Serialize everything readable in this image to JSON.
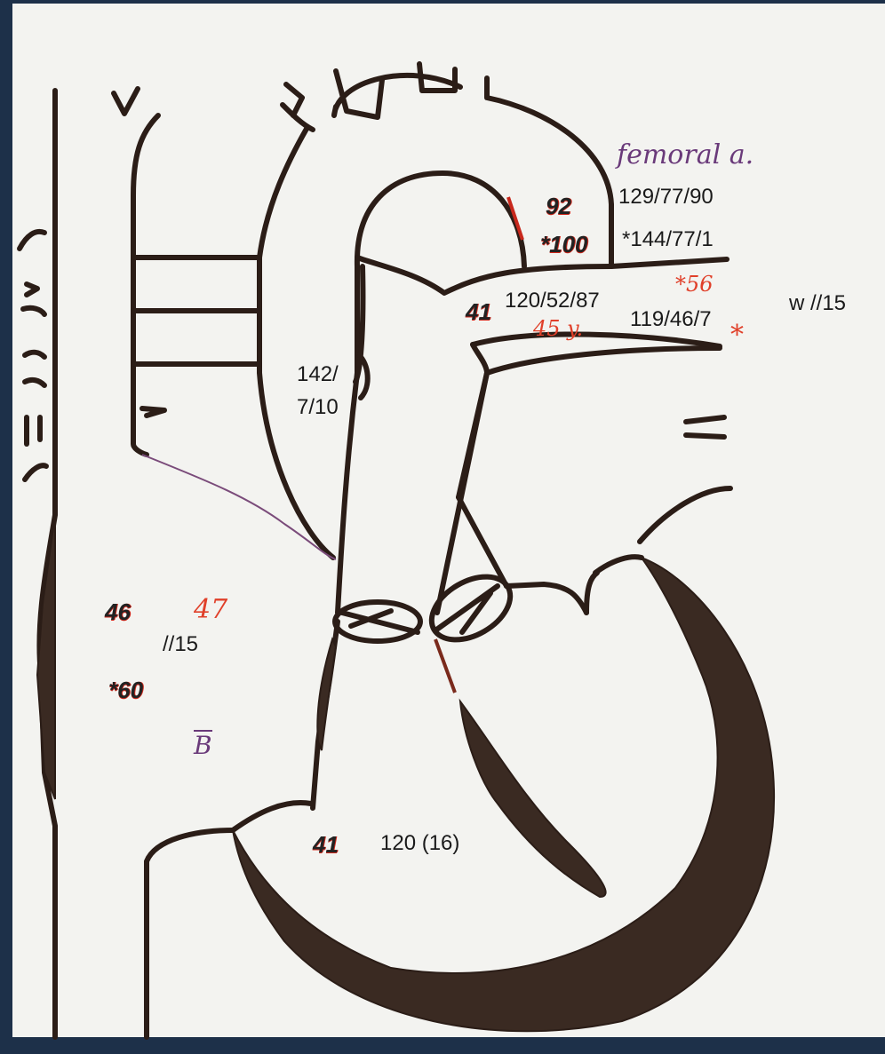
{
  "colors": {
    "background": "#1d3049",
    "paper": "#f3f3f0",
    "line": "#2b1d17",
    "muscle": "#3a2a22",
    "red_annotation": "#e0402a",
    "purple_annotation": "#6a3a7a"
  },
  "annotations": {
    "femoral": "femoral a.",
    "femoral_pressure": "129/77/90",
    "star_pressure_top": "*144/77/1",
    "value_92": "92",
    "value_100": "*100",
    "value_56": "*56",
    "w15": "w //15",
    "value_41_aorta": "41",
    "aorta_pressure": "120/52/87",
    "age_note": "45 y.",
    "desc_aorta_pressure": "119/46/7",
    "desc_star": "*",
    "svc_pressure_top": "142/",
    "svc_pressure_bottom": "7/10",
    "ra_46": "46",
    "ra_47": "47",
    "ra_15": "//15",
    "ra_60": "*60",
    "b_mark": "B",
    "lv_41": "41",
    "lv_pressure": "120 (16)"
  }
}
